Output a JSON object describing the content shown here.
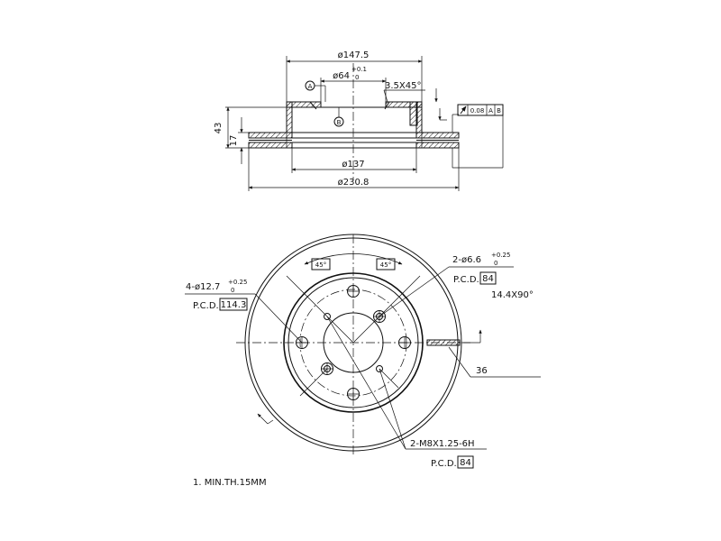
{
  "section_view": {
    "dim_overall_small": "ø147.5",
    "dim_bore": "ø64",
    "dim_bore_tol_upper": "+0.1",
    "dim_bore_tol_lower": "0",
    "dim_chamfer": "3.5X45°",
    "datum_a": "A",
    "datum_b": "B",
    "height_total": "43",
    "height_friction": "17",
    "dim_inner_ring": "ø137",
    "dim_outer": "ø230.8",
    "runout_tolerance": "0.08",
    "runout_ref_a": "A",
    "runout_ref_b": "B"
  },
  "plan_view": {
    "angle_left": "45°",
    "angle_right": "45°",
    "small_hole_callout": "2-ø6.6",
    "small_hole_tol_upper": "+0.25",
    "small_hole_tol_lower": "0",
    "small_hole_pcd_label": "P.C.D.",
    "small_hole_pcd_value": "84",
    "countersink": "14.4X90°",
    "bolt_hole_callout": "4-ø12.7",
    "bolt_hole_tol_upper": "+0.25",
    "bolt_hole_tol_lower": "0",
    "bolt_hole_pcd_label": "P.C.D.",
    "bolt_hole_pcd_value": "114.3",
    "slot_depth": "36",
    "thread_callout": "2-M8X1.25-6H",
    "thread_pcd_label": "P.C.D.",
    "thread_pcd_value": "84"
  },
  "notes": {
    "note_1": "1. MIN.TH.15MM"
  }
}
